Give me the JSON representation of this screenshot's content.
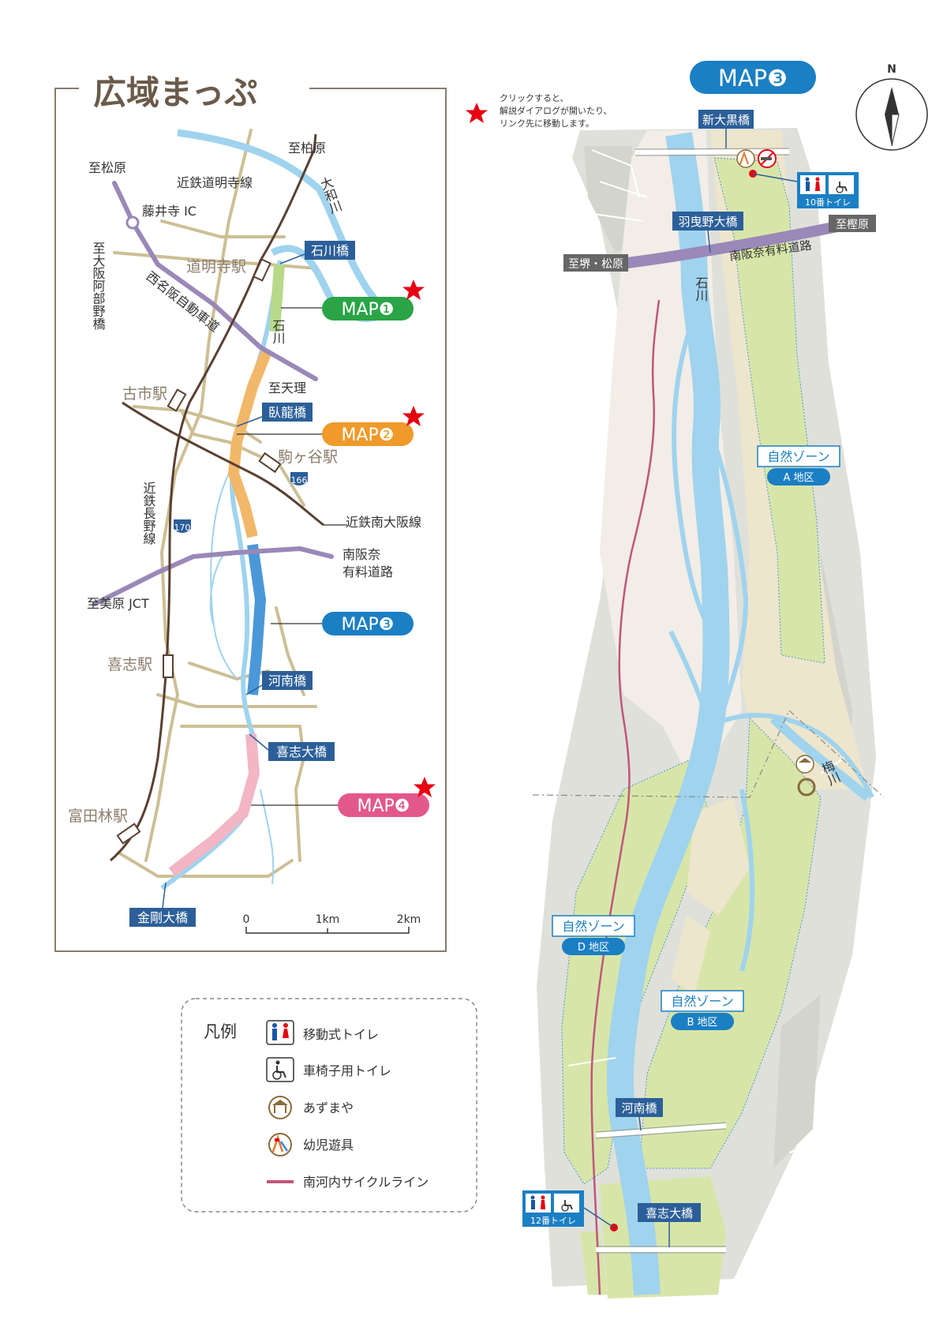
{
  "title": "広域まっぷ",
  "note": [
    "クリックすると、",
    "解説ダイアログが開いたり、",
    "リンク先に移動します。"
  ],
  "compass": "N",
  "colors": {
    "map1": "#2aa446",
    "map2": "#ef9a2a",
    "map3": "#1b7fc4",
    "map4": "#e3588a",
    "river": "#9fd3ee",
    "zone": "#d7e6a8",
    "rail": "#5a4032",
    "road_purple": "#9a88b8",
    "label_blue": "#2c5f99",
    "cycle": "#c0567c",
    "star": "#e60012"
  },
  "overview": {
    "map_buttons": [
      "MAP❶",
      "MAP❷",
      "MAP❸",
      "MAP❹"
    ],
    "bridges": [
      "石川橋",
      "臥龍橋",
      "河南橋",
      "喜志大橋",
      "金剛大橋"
    ],
    "stations": [
      "道明寺駅",
      "古市駅",
      "駒ヶ谷駅",
      "喜志駅",
      "富田林駅"
    ],
    "labels": {
      "kashiwara": "至柏原",
      "matsubara": "至松原",
      "kintetsu_domyoji": "近鉄道明寺線",
      "yamato_river": "大和川",
      "fujiidera_ic": "藤井寺 IC",
      "osaka_abeno": "至大阪阿部野橋",
      "nishimeihan": "西名阪自動車道",
      "ishikawa": "石川",
      "tenri": "至天理",
      "kintetsu_nagano": "近鉄長野線",
      "kintetsu_minamiosaka": "近鉄南大阪線",
      "minamihanna_1": "南阪奈",
      "minamihanna_2": "有料道路",
      "mihara_jct": "至美原 JCT",
      "route166": "166",
      "route170": "170"
    },
    "scale": [
      "0",
      "1km",
      "2km"
    ]
  },
  "legend": {
    "title": "凡例",
    "items": [
      "移動式トイレ",
      "車椅子用トイレ",
      "あずまや",
      "幼児遊具",
      "南河内サイクルライン"
    ]
  },
  "detail": {
    "title": "MAP❸",
    "bridges": [
      "新大黒橋",
      "羽曳野大橋",
      "河南橋",
      "喜志大橋"
    ],
    "labels": {
      "to_kashiwara": "至樫原",
      "to_sakai": "至堺・松原",
      "minamihanna": "南阪奈有料道路",
      "ishikawa": "石川",
      "ume": "梅川"
    },
    "toilets": [
      "10番トイレ",
      "12番トイレ"
    ],
    "zones": [
      {
        "name": "自然ゾーン",
        "area": "A 地区"
      },
      {
        "name": "自然ゾーン",
        "area": "D 地区"
      },
      {
        "name": "自然ゾーン",
        "area": "B 地区"
      }
    ]
  }
}
